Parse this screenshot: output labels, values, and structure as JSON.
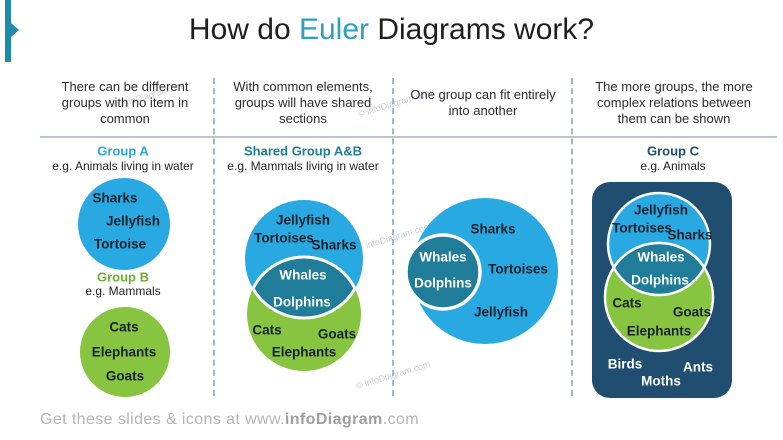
{
  "slide": {
    "title_prefix": "How do ",
    "title_highlight": "Euler",
    "title_suffix": " Diagrams work?",
    "watermark": "© infoDiagram.com",
    "footer_prefix": "Get these slides & icons at www.",
    "footer_brand": "infoDiagram",
    "footer_suffix": ".com"
  },
  "colors": {
    "accent_teal": "#2E9FC0",
    "ribbon_teal": "#1C8CA8",
    "circle_blue": "#29A9E1",
    "circle_green": "#87C440",
    "overlap_teal": "#1F7D99",
    "group_c_navy": "#204E70",
    "group_a_label": "#29A9E1",
    "shared_label": "#1F7F96",
    "group_b_label": "#6FAE35",
    "group_c_label": "#1F4E79"
  },
  "columns": [
    {
      "header": "There can be different groups with no item in common",
      "group_a_label": "Group A",
      "group_a_sub": "e.g. Animals living in water",
      "group_a_items": [
        "Sharks",
        "Jellyfish",
        "Tortoise"
      ],
      "group_b_label": "Group B",
      "group_b_sub": "e.g. Mammals",
      "group_b_items": [
        "Cats",
        "Elephants",
        "Goats"
      ]
    },
    {
      "header": "With common elements, groups will have shared sections",
      "label": "Shared Group A&B",
      "sub": "e.g. Mammals living in water",
      "blue_items": [
        "Jellyfish",
        "Tortoises",
        "Sharks"
      ],
      "shared_items": [
        "Whales",
        "Dolphins"
      ],
      "green_items": [
        "Cats",
        "Goats",
        "Elephants"
      ]
    },
    {
      "header": "One group can fit entirely into another",
      "outer_items": [
        "Sharks",
        "Tortoises",
        "Jellyfish"
      ],
      "inner_items": [
        "Whales",
        "Dolphins"
      ]
    },
    {
      "header": "The more groups, the more complex relations between them can be shown",
      "label": "Group C",
      "sub": "e.g. Animals",
      "blue_items": [
        "Jellyfish",
        "Tortoises",
        "Sharks"
      ],
      "shared_items": [
        "Whales",
        "Dolphins"
      ],
      "green_items": [
        "Cats",
        "Goats",
        "Elephants"
      ],
      "outside_items": [
        "Birds",
        "Ants",
        "Moths"
      ]
    }
  ]
}
